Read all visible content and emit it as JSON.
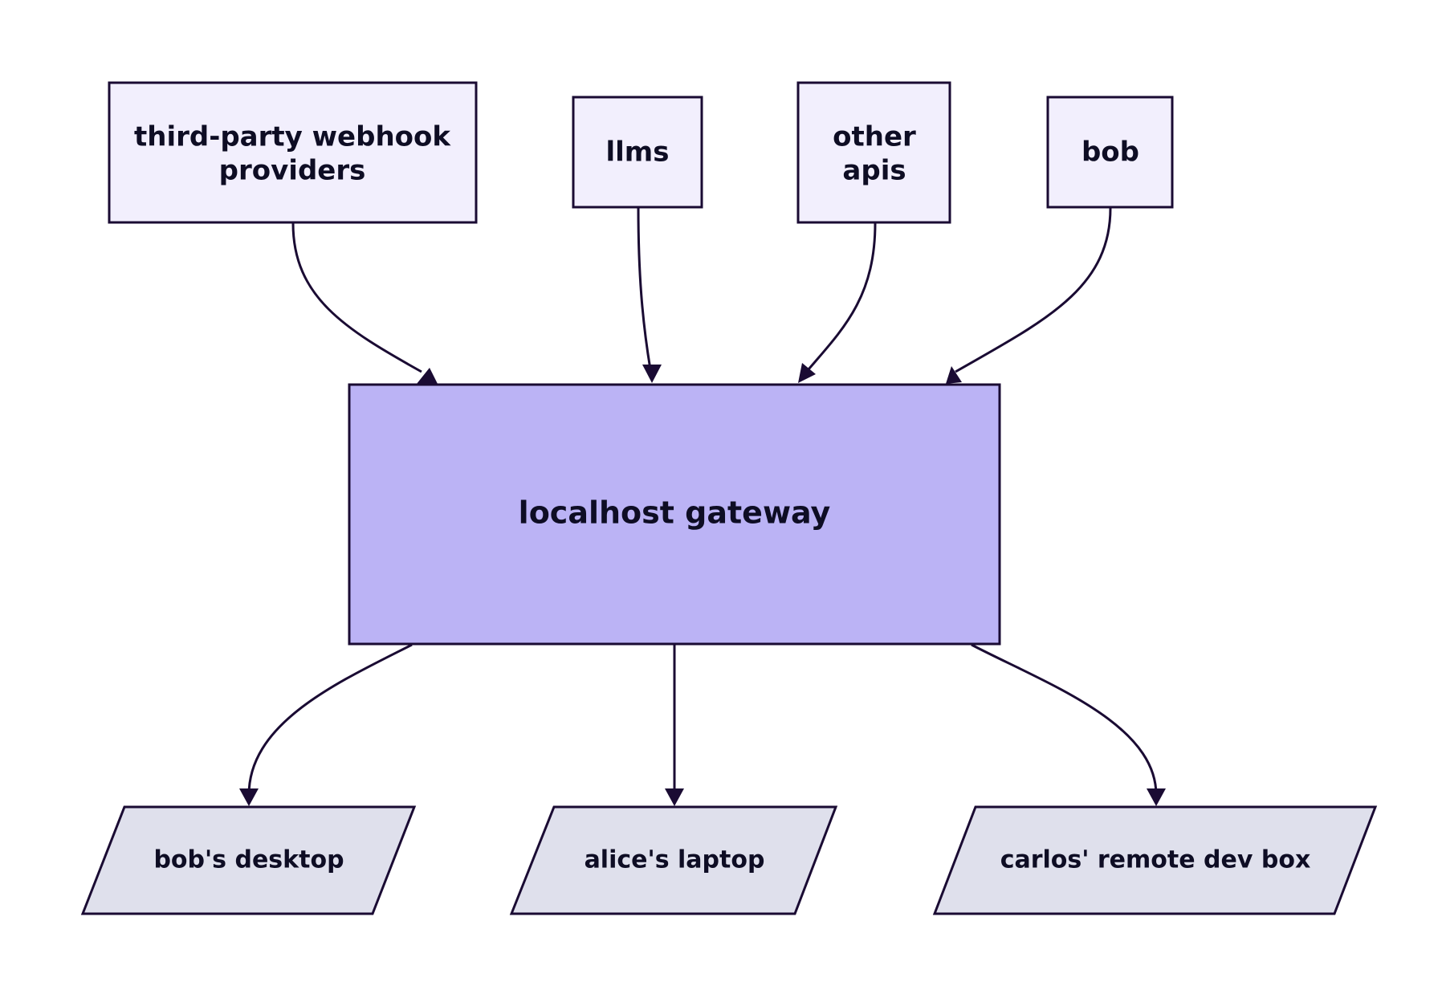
{
  "colors": {
    "source_fill": "#f2effd",
    "gateway_fill": "#bbb3f5",
    "destination_fill": "#dfe0ec",
    "stroke": "#1a0b33",
    "text": "#0e0d24"
  },
  "sources": [
    {
      "id": "webhooks",
      "lines": [
        "third-party webhook",
        "providers"
      ]
    },
    {
      "id": "llms",
      "lines": [
        "llms"
      ]
    },
    {
      "id": "apis",
      "lines": [
        "other",
        "apis"
      ]
    },
    {
      "id": "bob",
      "lines": [
        "bob"
      ]
    }
  ],
  "gateway": {
    "id": "gateway",
    "label": "localhost gateway"
  },
  "destinations": [
    {
      "id": "bob-desktop",
      "label": "bob's desktop"
    },
    {
      "id": "alice-laptop",
      "label": "alice's laptop"
    },
    {
      "id": "carlos-devbox",
      "label": "carlos' remote dev box"
    }
  ],
  "edges": [
    {
      "from": "webhooks",
      "to": "gateway"
    },
    {
      "from": "llms",
      "to": "gateway"
    },
    {
      "from": "apis",
      "to": "gateway"
    },
    {
      "from": "bob",
      "to": "gateway"
    },
    {
      "from": "gateway",
      "to": "bob-desktop"
    },
    {
      "from": "gateway",
      "to": "alice-laptop"
    },
    {
      "from": "gateway",
      "to": "carlos-devbox"
    }
  ]
}
